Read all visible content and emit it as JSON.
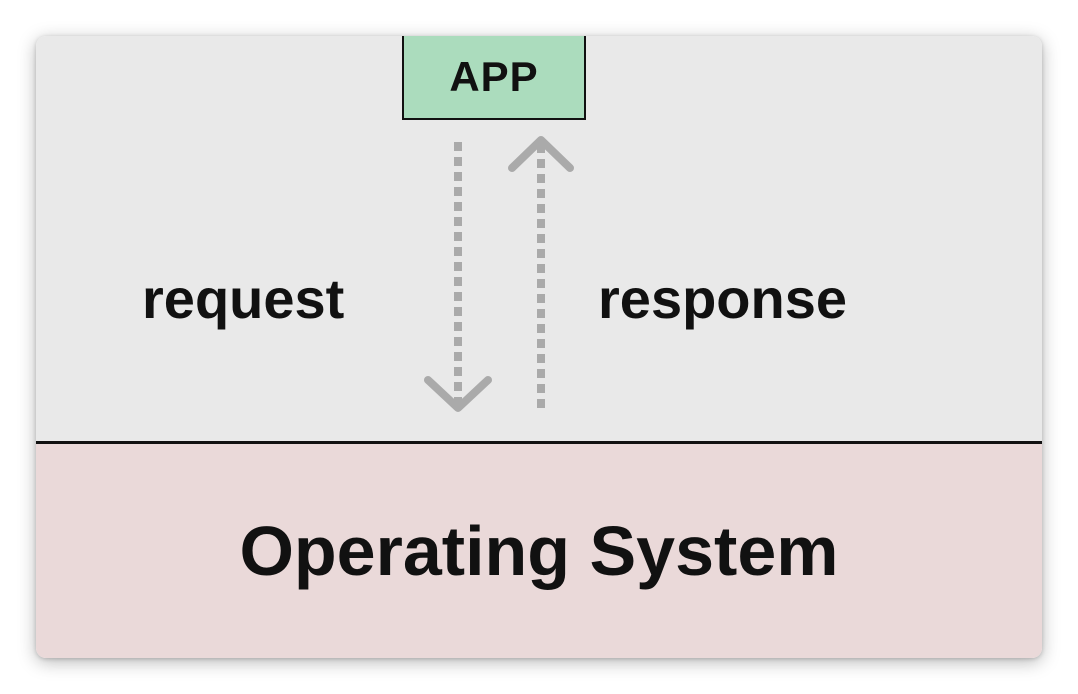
{
  "app": {
    "label": "APP"
  },
  "labels": {
    "request": "request",
    "response": "response"
  },
  "os": {
    "label": "Operating System"
  },
  "colors": {
    "upper_background": "#e9e9e9",
    "lower_background": "#ead9d9",
    "app_box_fill": "#abdcbd",
    "arrow": "#aaaaaa"
  }
}
